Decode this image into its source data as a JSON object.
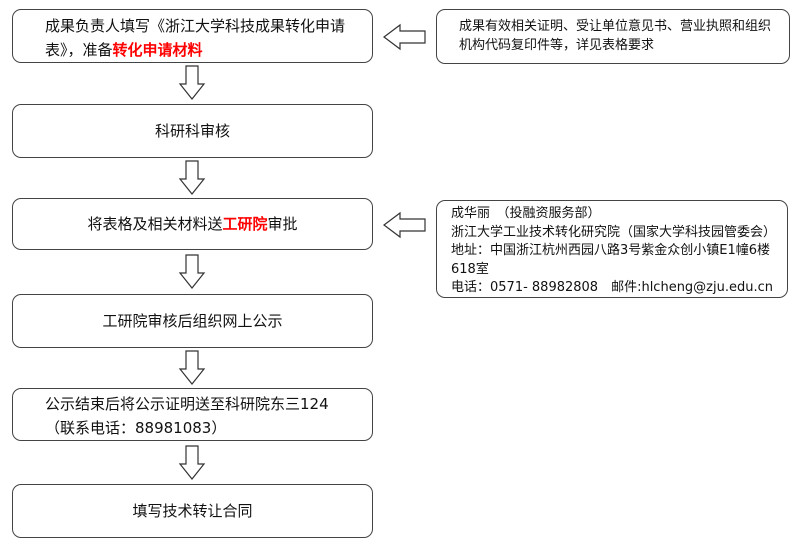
{
  "steps": [
    {
      "text_before": "成果负责人填写《浙江大学科技成果转化申请表》，准备",
      "highlight": "转化申请材料",
      "text_after": ""
    },
    {
      "text_before": "科研科审核",
      "highlight": "",
      "text_after": ""
    },
    {
      "text_before": "将表格及相关材料送",
      "highlight": "工研院",
      "text_after": "审批"
    },
    {
      "text_before": "工研院审核后组织网上公示",
      "highlight": "",
      "text_after": ""
    },
    {
      "text_before": "公示结束后将公示证明送至科研院东三124（联系电话：88981083）",
      "highlight": "",
      "text_after": ""
    },
    {
      "text_before": "填写技术转让合同",
      "highlight": "",
      "text_after": ""
    }
  ],
  "notes": {
    "materials": "成果有效相关证明、受让单位意见书、营业执照和组织机构代码复印件等，详见表格要求",
    "contact": {
      "name": "成华丽　（投融资服务部）",
      "org": "浙江大学工业技术转化研究院（国家大学科技园管委会）",
      "address": "地址：中国浙江杭州西园八路3号紫金众创小镇E1幢6楼618室",
      "phone_email": "电话：0571- 88982808　邮件:hlcheng@zju.edu.cn"
    }
  },
  "colors": {
    "highlight": "#ff0000",
    "border": "#444444"
  }
}
